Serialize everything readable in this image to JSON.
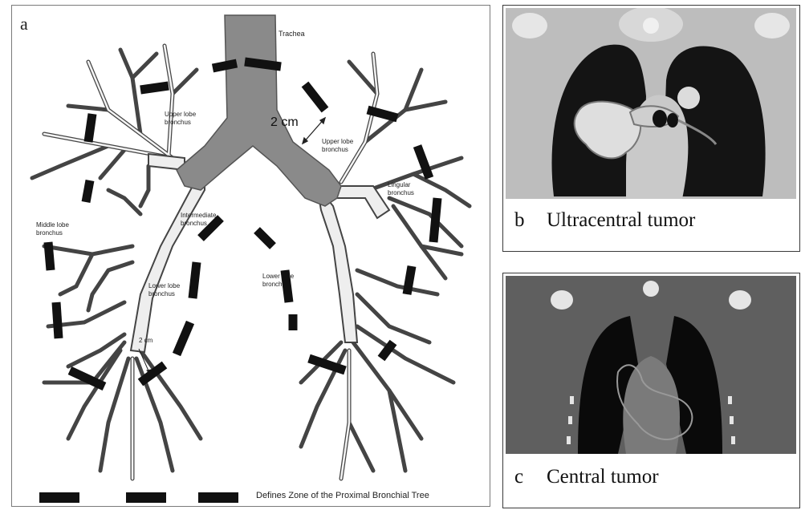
{
  "panel_a": {
    "letter": "a",
    "labels": {
      "trachea": "Trachea",
      "two_cm_upper": "2 cm",
      "right_upper_lobe": "Upper lobe\nbronchus",
      "left_upper_lobe": "Upper lobe\nbronchus",
      "lingular": "Lingular\nbronchus",
      "intermediate": "Intermediate\nbronchus",
      "middle_lobe": "Middle lobe\nbronchus",
      "right_lower_lobe": "Lower lobe\nbronchus",
      "left_lower_lobe": "Lower lobe\nbronchus",
      "two_cm_lower": "2 cm"
    },
    "legend": "Defines Zone of the Proximal Bronchial Tree"
  },
  "panel_b": {
    "letter": "b",
    "caption": "Ultracentral tumor"
  },
  "panel_c": {
    "letter": "c",
    "caption": "Central tumor"
  },
  "colors": {
    "trachea_fill": "#8a8a8a",
    "dash": "#111111",
    "airway_fill": "#eeeeee"
  }
}
